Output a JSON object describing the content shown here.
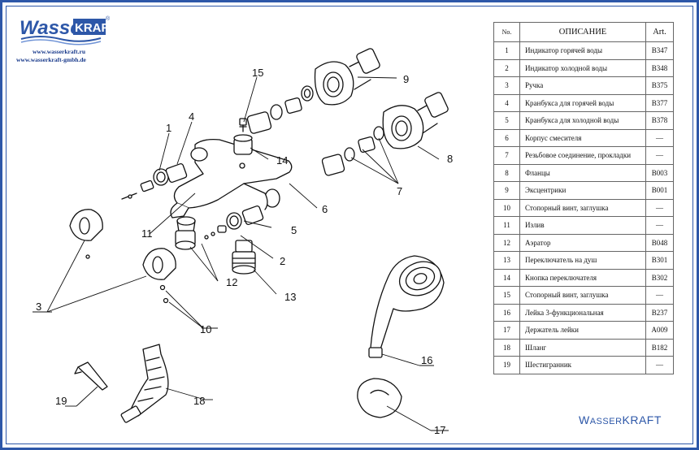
{
  "logo": {
    "text": "WasserKRAFT",
    "mark": "®"
  },
  "websites": [
    "www.wasserkraft.ru",
    "www.wasserkraft-gmbh.de"
  ],
  "table": {
    "headers": {
      "no": "No.",
      "desc": "ОПИСАНИЕ",
      "art": "Art."
    },
    "rows": [
      {
        "no": "1",
        "desc": "Индикатор горячей воды",
        "art": "B347"
      },
      {
        "no": "2",
        "desc": "Индикатор холодной воды",
        "art": "B348"
      },
      {
        "no": "3",
        "desc": "Ручка",
        "art": "B375"
      },
      {
        "no": "4",
        "desc": "Кранбукса для горячей воды",
        "art": "B377"
      },
      {
        "no": "5",
        "desc": "Кранбукса для холодной воды",
        "art": "B378"
      },
      {
        "no": "6",
        "desc": "Корпус смесителя",
        "art": "—"
      },
      {
        "no": "7",
        "desc": "Резьбовое соединение, прокладки",
        "art": "—"
      },
      {
        "no": "8",
        "desc": "Фланцы",
        "art": "B003"
      },
      {
        "no": "9",
        "desc": "Эксцентрики",
        "art": "B001"
      },
      {
        "no": "10",
        "desc": "Стопорный винт, заглушка",
        "art": "—"
      },
      {
        "no": "11",
        "desc": "Излив",
        "art": "—"
      },
      {
        "no": "12",
        "desc": "Аэратор",
        "art": "B048"
      },
      {
        "no": "13",
        "desc": "Переключатель на душ",
        "art": "B301"
      },
      {
        "no": "14",
        "desc": "Кнопка переключателя",
        "art": "B302"
      },
      {
        "no": "15",
        "desc": "Стопорный винт, заглушка",
        "art": "—"
      },
      {
        "no": "16",
        "desc": "Лейка 3-функциональная",
        "art": "B237"
      },
      {
        "no": "17",
        "desc": "Держатель лейки",
        "art": "A009"
      },
      {
        "no": "18",
        "desc": "Шланг",
        "art": "B182"
      },
      {
        "no": "19",
        "desc": "Шестигранник",
        "art": "—"
      }
    ]
  },
  "callouts": {
    "c1": "1",
    "c2": "2",
    "c3": "3",
    "c4": "4",
    "c5": "5",
    "c6": "6",
    "c7": "7",
    "c8": "8",
    "c9": "9",
    "c10": "10",
    "c11": "11",
    "c12": "12",
    "c13": "13",
    "c14": "14",
    "c15": "15",
    "c16": "16",
    "c17": "17",
    "c18": "18",
    "c19": "19"
  },
  "brand": {
    "first": "W",
    "second": "ASSER",
    "third": "KRAFT"
  },
  "colors": {
    "brand_blue": "#2d57a8",
    "line": "#111111"
  }
}
